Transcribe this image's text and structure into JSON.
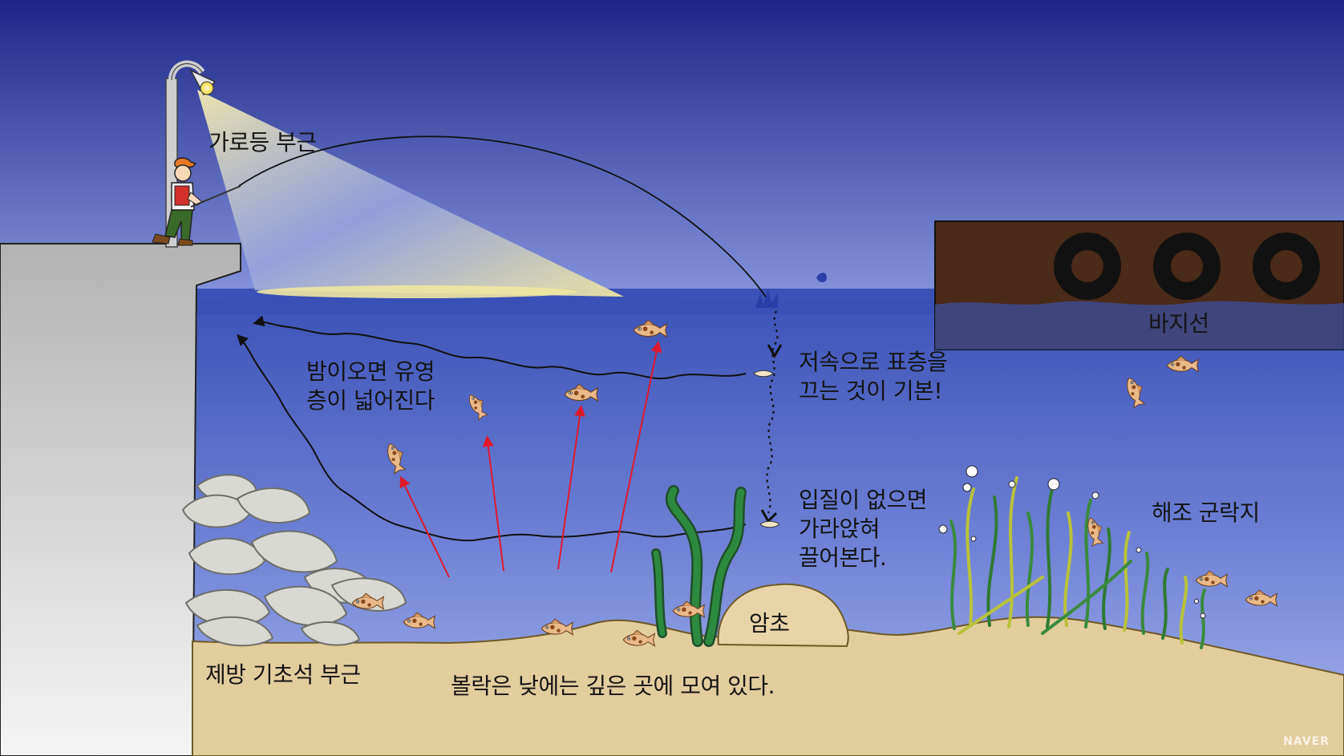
{
  "labels": {
    "streetlight_area": "가로등 부근",
    "night_layer": [
      "밤이오면 유영",
      "층이 넓어진다"
    ],
    "surface_retrieve": [
      "저속으로 표층을",
      "끄는 것이 기본!"
    ],
    "sink_retrieve": [
      "입질이 없으면",
      "가라앉혀",
      "끌어본다."
    ],
    "barge": "바지선",
    "seaweed_colony": "해조 군락지",
    "reef": "암초",
    "breakwater_base": "제방 기초석 부근",
    "daytime_note": "볼락은 낮에는 깊은 곳에 모여 있다."
  },
  "watermark": "NAVER",
  "colors": {
    "sky_top": "#1f2a8c",
    "water_surface": "#3a55b8",
    "water_deep": "#8e9fe0",
    "sand": "#e2cd9d",
    "pier": "#b9b9b9",
    "barge": "#4a2a18",
    "light_beam": "#efe7a2",
    "red_arrow": "#e0192b",
    "seaweed": "#2e8a3e"
  }
}
